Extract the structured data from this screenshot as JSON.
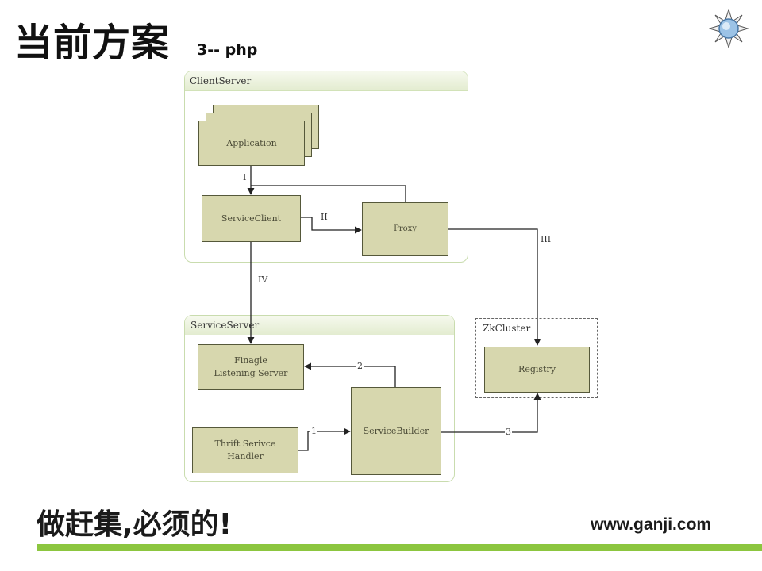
{
  "slide": {
    "title": "当前方案",
    "subtitle": "3-- php",
    "footer_slogan": "做赶集,必须的!",
    "footer_url": "www.ganji.com",
    "accent_color": "#8cc63f"
  },
  "diagram": {
    "groups": {
      "client": "ClientServer",
      "service": "ServiceServer",
      "zk": "ZkCluster"
    },
    "nodes": {
      "application": "Application",
      "service_client": "ServiceClient",
      "proxy": "Proxy",
      "finagle_line1": "Finagle",
      "finagle_line2": "Listening Server",
      "thrift_line1": "Thrift Serivce",
      "thrift_line2": "Handler",
      "service_builder": "ServiceBuilder",
      "registry": "Registry"
    },
    "edge_labels": {
      "app_to_client": "I",
      "client_to_proxy": "II",
      "proxy_to_registry": "III",
      "client_to_finagle": "IV",
      "thrift_to_builder": "1",
      "builder_to_finagle": "2",
      "builder_to_registry": "3"
    }
  }
}
